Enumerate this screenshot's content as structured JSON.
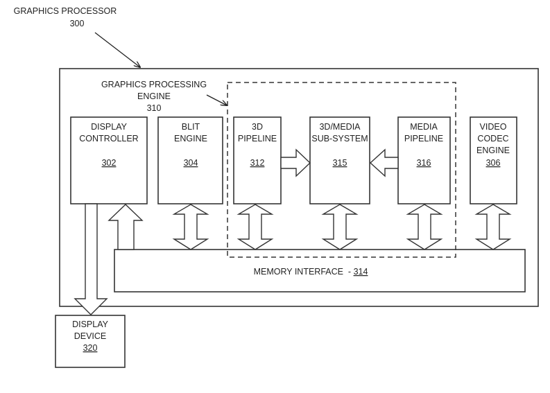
{
  "diagram": {
    "processor": {
      "title": "GRAPHICS PROCESSOR",
      "ref": "300"
    },
    "engine": {
      "title_line1": "GRAPHICS PROCESSING",
      "title_line2": "ENGINE",
      "ref": "310"
    },
    "blocks": {
      "display_controller": {
        "line1": "DISPLAY",
        "line2": "CONTROLLER",
        "ref": "302"
      },
      "blit_engine": {
        "line1": "BLIT",
        "line2": "ENGINE",
        "ref": "304"
      },
      "pipeline_3d": {
        "line1": "3D",
        "line2": "PIPELINE",
        "ref": "312"
      },
      "media_subsystem": {
        "line1": "3D/MEDIA",
        "line2": "SUB-SYSTEM",
        "ref": "315"
      },
      "media_pipeline": {
        "line1": "MEDIA",
        "line2": "PIPELINE",
        "ref": "316"
      },
      "video_codec": {
        "line1": "VIDEO",
        "line2": "CODEC",
        "line3": "ENGINE",
        "ref": "306"
      },
      "memory_interface": {
        "label": "MEMORY INTERFACE  - ",
        "ref": "314"
      },
      "display_device": {
        "line1": "DISPLAY",
        "line2": "DEVICE",
        "ref": "320"
      }
    },
    "connections": [
      {
        "from": "3D PIPELINE",
        "to": "3D/MEDIA SUB-SYSTEM",
        "type": "one-way"
      },
      {
        "from": "MEDIA PIPELINE",
        "to": "3D/MEDIA SUB-SYSTEM",
        "type": "one-way"
      },
      {
        "from": "MEMORY INTERFACE",
        "to": "DISPLAY CONTROLLER",
        "type": "one-way"
      },
      {
        "from": "DISPLAY CONTROLLER",
        "to": "DISPLAY DEVICE",
        "type": "one-way"
      },
      {
        "from": "BLIT ENGINE",
        "to": "MEMORY INTERFACE",
        "type": "two-way"
      },
      {
        "from": "3D PIPELINE",
        "to": "MEMORY INTERFACE",
        "type": "two-way"
      },
      {
        "from": "3D/MEDIA SUB-SYSTEM",
        "to": "MEMORY INTERFACE",
        "type": "two-way"
      },
      {
        "from": "MEDIA PIPELINE",
        "to": "MEMORY INTERFACE",
        "type": "two-way"
      },
      {
        "from": "VIDEO CODEC ENGINE",
        "to": "MEMORY INTERFACE",
        "type": "two-way"
      }
    ]
  }
}
